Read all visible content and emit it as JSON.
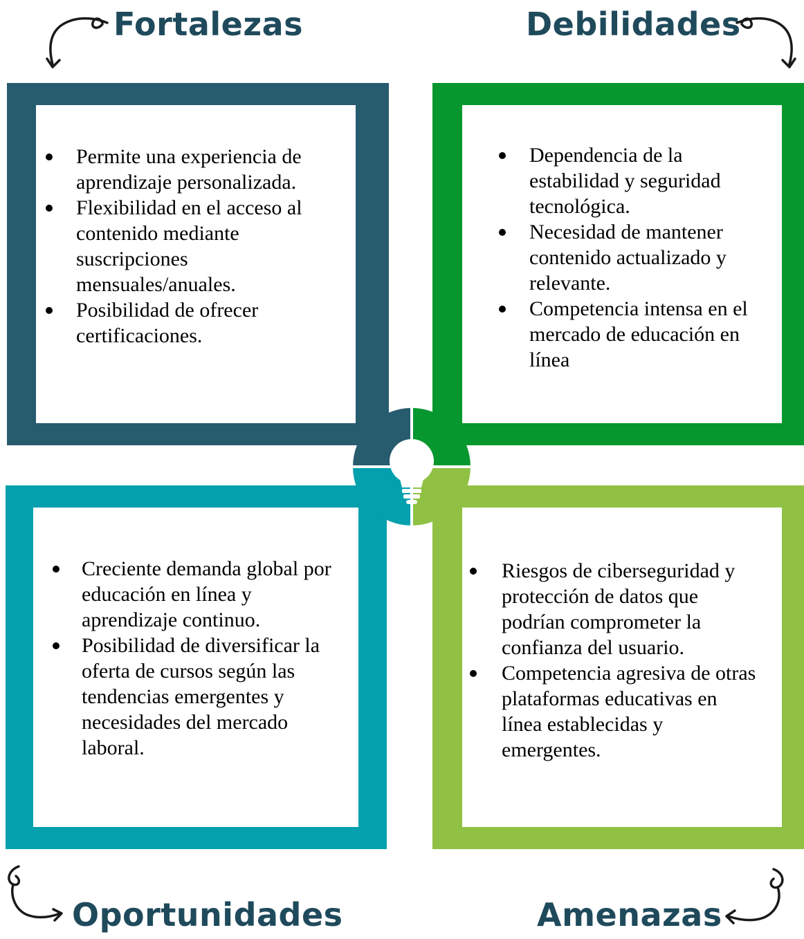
{
  "colors": {
    "strengths": "#275b6e",
    "weaknesses": "#06982e",
    "opportunities": "#03a0ae",
    "threats": "#90c145",
    "heading": "#1f4a5c"
  },
  "strengths": {
    "title": "Fortalezas",
    "items": [
      "Permite una experiencia de aprendizaje personalizada.",
      "Flexibilidad en el acceso al contenido mediante suscripciones mensuales/anuales.",
      "Posibilidad de ofrecer certificaciones."
    ]
  },
  "weaknesses": {
    "title": "Debilidades",
    "items": [
      "Dependencia de la estabilidad y seguridad tecnológica.",
      "Necesidad de mantener contenido actualizado y relevante.",
      "Competencia intensa en el mercado de educación en línea"
    ]
  },
  "opportunities": {
    "title": "Oportunidades",
    "items": [
      "Creciente demanda global por educación en línea y aprendizaje continuo.",
      "Posibilidad de diversificar la oferta de cursos según las tendencias emergentes y necesidades del mercado laboral."
    ]
  },
  "threats": {
    "title": "Amenazas",
    "items": [
      "Riesgos de ciberseguridad y protección de datos que podrían comprometer la confianza del usuario.",
      "Competencia agresiva de otras plataformas educativas en línea establecidas y emergentes."
    ]
  },
  "center_icon": "lightbulb-icon"
}
